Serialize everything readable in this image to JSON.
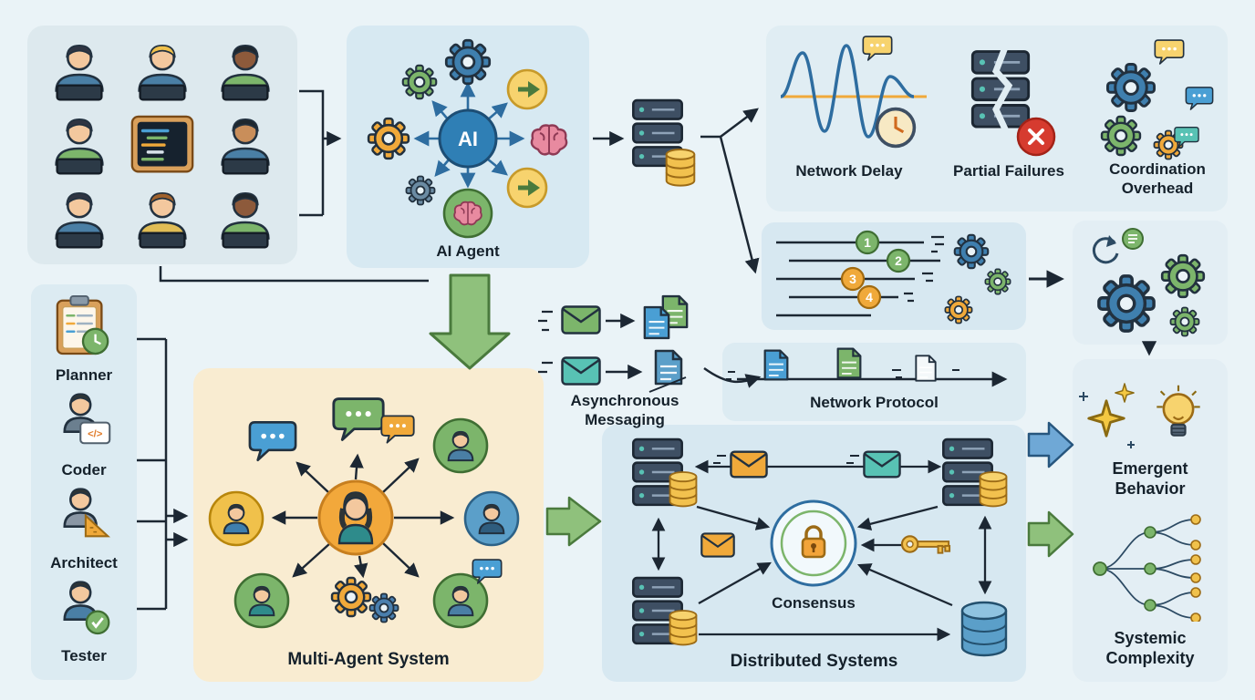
{
  "colors": {
    "background": "#eaf3f7",
    "panel_blue": "#d7e8f1",
    "panel_cream": "#f9ecd1",
    "arrow_green": "#8fc17c",
    "arrow_blue": "#6fa8d6",
    "gear_blue": "#3f7fae",
    "gear_green": "#7cb56b",
    "gear_orange": "#f0a93a",
    "coin_yellow": "#f2c14e",
    "alert_red": "#d63b2f",
    "ink": "#1c2733"
  },
  "glyphs": {
    "code": "</>"
  },
  "ai_agent": {
    "core_label": "AI",
    "label": "AI Agent"
  },
  "challenges": {
    "items": [
      {
        "label": "Network Delay"
      },
      {
        "label": "Partial Failures"
      },
      {
        "label": "Coordination Overhead"
      }
    ]
  },
  "sequence": {
    "steps": [
      "1",
      "2",
      "3",
      "4"
    ]
  },
  "roles": {
    "items": [
      {
        "label": "Planner"
      },
      {
        "label": "Coder"
      },
      {
        "label": "Architect"
      },
      {
        "label": "Tester"
      }
    ]
  },
  "multi_agent": {
    "label": "Multi-Agent System"
  },
  "messaging": {
    "label": "Asynchronous Messaging"
  },
  "protocol": {
    "label": "Network Protocol"
  },
  "distributed": {
    "label": "Distributed Systems",
    "consensus_label": "Consensus"
  },
  "outcomes": {
    "emergent": "Emergent Behavior",
    "systemic": "Systemic Complexity"
  }
}
